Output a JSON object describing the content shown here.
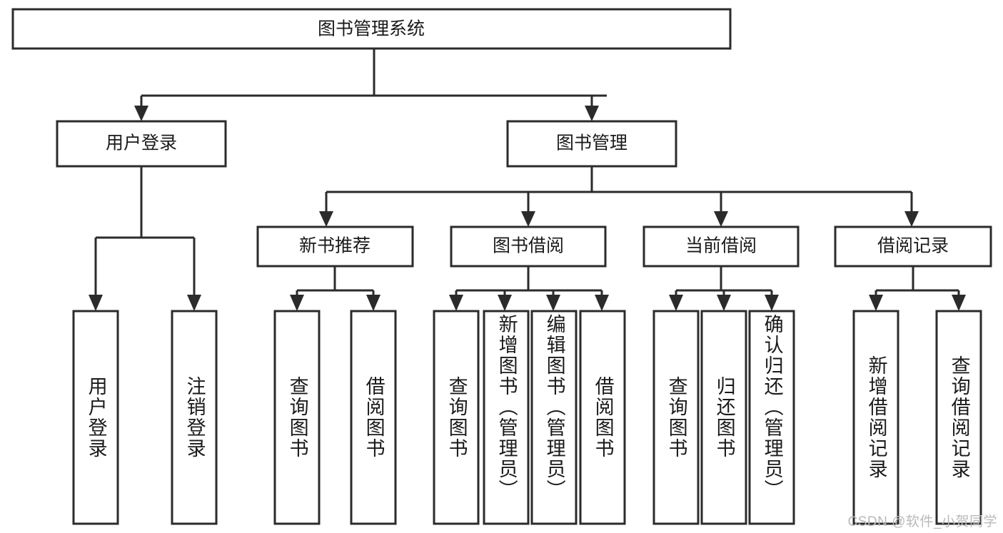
{
  "diagram": {
    "type": "tree-hierarchy-flowchart",
    "title": "图书管理系统",
    "watermark": "CSDN @软件_小贺同学",
    "colors": {
      "stroke": "#2b2b2b",
      "fill": "#ffffff",
      "text": "#1a1a1a",
      "watermark": "#b9b9b9",
      "background": "#ffffff"
    },
    "root": {
      "label": "图书管理系统",
      "orientation": "horizontal"
    },
    "level1": [
      {
        "label": "用户登录",
        "orientation": "horizontal"
      },
      {
        "label": "图书管理",
        "orientation": "horizontal"
      }
    ],
    "level2": [
      {
        "label": "新书推荐",
        "orientation": "horizontal"
      },
      {
        "label": "图书借阅",
        "orientation": "horizontal"
      },
      {
        "label": "当前借阅",
        "orientation": "horizontal"
      },
      {
        "label": "借阅记录",
        "orientation": "horizontal"
      }
    ],
    "leaves": {
      "user_login": [
        {
          "label": "用户登录",
          "orientation": "vertical"
        },
        {
          "label": "注销登录",
          "orientation": "vertical"
        }
      ],
      "new_book_recommend": [
        {
          "label": "查询图书",
          "orientation": "vertical"
        },
        {
          "label": "借阅图书",
          "orientation": "vertical"
        }
      ],
      "book_borrow": [
        {
          "label": "查询图书",
          "orientation": "vertical"
        },
        {
          "label": "新增图书（管理员）",
          "orientation": "vertical"
        },
        {
          "label": "编辑图书（管理员）",
          "orientation": "vertical"
        },
        {
          "label": "借阅图书",
          "orientation": "vertical"
        }
      ],
      "current_borrow": [
        {
          "label": "查询图书",
          "orientation": "vertical"
        },
        {
          "label": "归还图书",
          "orientation": "vertical"
        },
        {
          "label": "确认归还（管理员）",
          "orientation": "vertical"
        }
      ],
      "borrow_record": [
        {
          "label": "新增借阅记录",
          "orientation": "vertical"
        },
        {
          "label": "查询借阅记录",
          "orientation": "vertical"
        }
      ]
    }
  }
}
